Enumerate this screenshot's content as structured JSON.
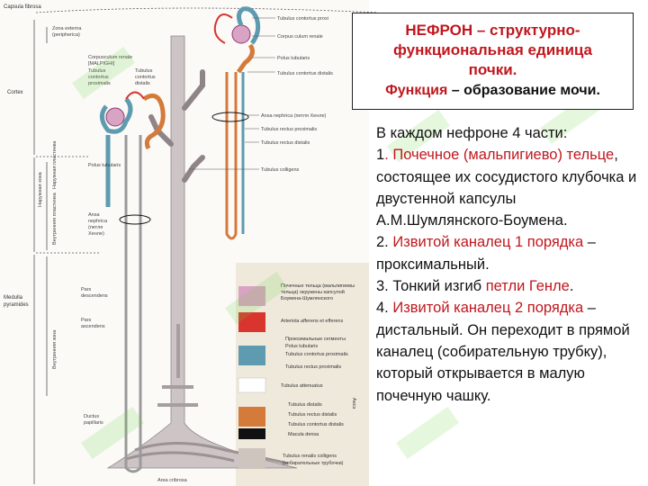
{
  "title": {
    "line1": "НЕФРОН – структурно-",
    "line2": "функциональная единица",
    "line3": "почки.",
    "function_label": "Функция",
    "function_text": " – образование мочи."
  },
  "description": {
    "intro": "В каждом нефроне 4 части:",
    "item1_num": "1",
    "item1_dot": ". ",
    "item1_red": "Почечное (мальпигиево) тельце",
    "item1_rest": ", состоящее их сосудистого клубочка и двустенной капсулы А.М.Шумлянского-Боумена.",
    "item2_num": "2. ",
    "item2_red": "Извитой каналец 1 порядка",
    "item2_rest": " – проксимальный.",
    "item3_num": "3. Тонкий изгиб ",
    "item3_red": "петли Генле",
    "item3_rest": ".",
    "item4_num": "4. ",
    "item4_red": "Извитой каналец 2 порядка",
    "item4_rest": " – дистальный. Он переходит в прямой каналец (собирательную трубку), который открывается в малую почечную чашку."
  },
  "diagram_labels": {
    "capsula": "Capsula fibrosa",
    "zona_externa": "Zona externa",
    "zona_periph": "(peripherica)",
    "cortex": "Cortex",
    "corpusculum1": "Corpusculum renale",
    "corpusculum2": "[MALPIGHI]",
    "tub_prox1": "Tubulus",
    "tub_prox2": "contortus",
    "tub_prox3": "proximalis",
    "tub_dist1": "Tubulus",
    "tub_dist2": "contortus",
    "tub_dist3": "distalis",
    "polus_left": "Polus tubularis",
    "naruzh_zona": "Наружная зона",
    "naruzh_plast": "Наружная пластинка",
    "vnutr_plast": "Внутренняя пластинка",
    "ansa_left1": "Ansa",
    "ansa_left2": "nephrica",
    "ansa_left3": "(петля",
    "ansa_left4": "Хенле)",
    "medulla1": "Medulla",
    "medulla2": "pyramides",
    "pars_desc1": "Pars",
    "pars_desc2": "descendens",
    "pars_asc1": "Pars",
    "pars_asc2": "ascendens",
    "vnutr_zona": "Внутренняя зона",
    "ductus1": "Ductus",
    "ductus2": "papillaris",
    "area_cribrosa": "Area cribrosa",
    "right_tub_cont": "Tubulus contortus proxi",
    "right_corpus": "Corpus culum renale",
    "right_polus": "Polus tubularis",
    "right_dist": "Tubulus contortus distalis",
    "right_ansa": "Ansa nephrica (петля Хенле)",
    "right_rect_prox": "Tubulus rectus proximalis",
    "right_rect_dist": "Tubulus rectus distalis",
    "right_colligens": "Tubulus colligens"
  },
  "legend": {
    "l1a": "Почечные тельца (мальпигиевы",
    "l1b": "тельца) окружены капсулой",
    "l1c": "Боумена-Шумлянского",
    "l2": "Arteriola afferens et efferens",
    "l3a": "Проксимальные сегменты",
    "l3b": "Polus tubularis",
    "l3c": "Tubulus contortus proximalis",
    "l3d": "Tubulus rectus proximalis",
    "l4": "Tubulus attenuatus",
    "l4_side": "Ансэ",
    "l5a": "Tubulus distalis",
    "l5b": "Tubulus rectus distalis",
    "l5c": "Tubulus contortus distalis",
    "l6": "Macula densa",
    "l7a": "Tubulus renalis colligens",
    "l7b": "(собирательные трубочки)"
  },
  "colors": {
    "accent_red": "#c0171e",
    "legend_pink": "#d9a3c4",
    "legend_red": "#d8352f",
    "legend_blue": "#5e9bb0",
    "legend_orange": "#d47a3a",
    "legend_gray": "#cfc5bf",
    "tubule_gray": "#c9c2c4",
    "watermark": "#6ed23f"
  }
}
